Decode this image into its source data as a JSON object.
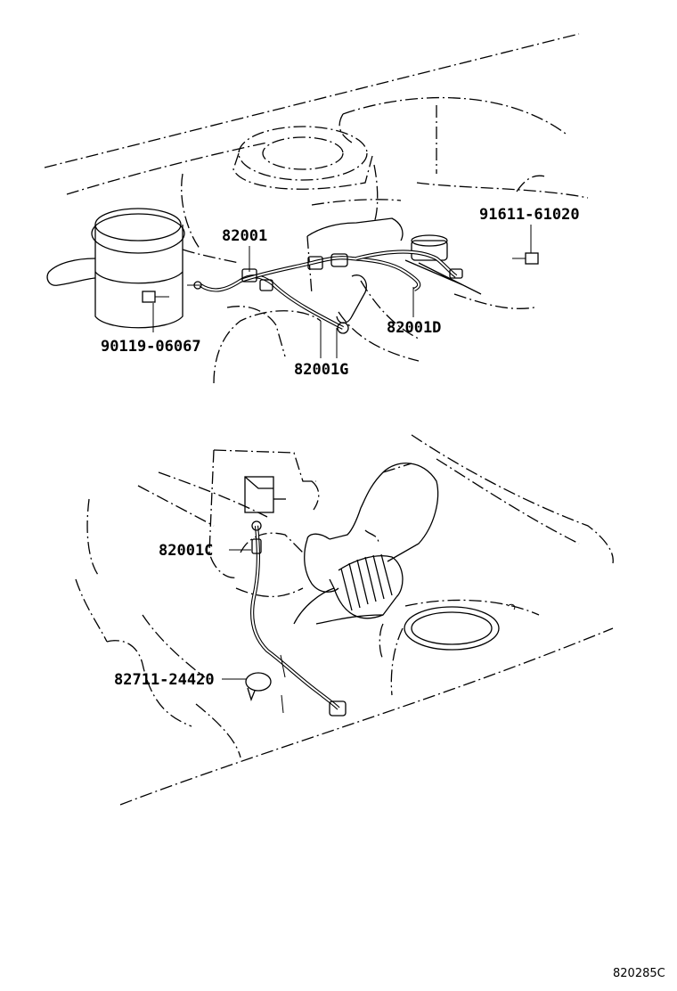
{
  "labels": {
    "part_82001": "82001",
    "part_91611_61020": "91611-61020",
    "part_90119_06067": "90119-06067",
    "part_82001D": "82001D",
    "part_82001G": "82001G",
    "part_82001C": "82001C",
    "part_82711_24420": "82711-24420"
  },
  "diagram_code": "820285C"
}
